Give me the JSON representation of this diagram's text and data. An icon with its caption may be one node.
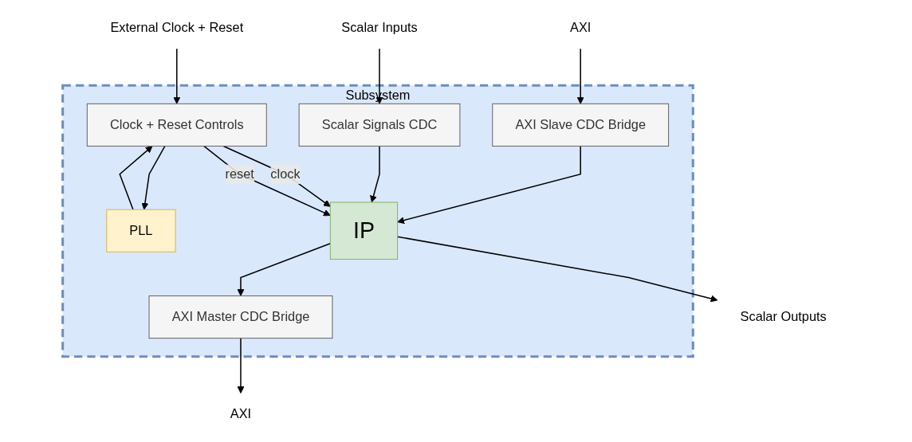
{
  "diagram": {
    "nodes": [
      {
        "text": [
          "Subsystem"
        ]
      },
      {
        "text": [
          "AXI"
        ]
      },
      {
        "text": [
          "AXI"
        ]
      },
      {
        "text": [
          "Scalar Inputs"
        ]
      },
      {
        "text": [
          "Scalar Outputs"
        ]
      },
      {
        "text": [
          "External Clock + Reset"
        ]
      },
      {
        "text": [
          "AXI Slave CDC Bridge"
        ],
        "in": 0
      },
      {
        "text": [
          "AXI Master CDC Bridge"
        ],
        "in": 0
      },
      {
        "text": [
          "Scalar Signals CDC"
        ],
        "in": 0
      },
      {
        "text": [
          "Clock + Reset Controls"
        ],
        "in": 0
      },
      {
        "text": [
          "PLL"
        ],
        "in": 0
      },
      {
        "text": [
          "IP"
        ],
        "in": 0
      }
    ],
    "edges": [
      {
        "from": 1,
        "to": 6,
        "arrow": "to"
      },
      {
        "from": 7,
        "to": 2,
        "arrow": "to"
      },
      {
        "from": 3,
        "to": 8,
        "arrow": "to"
      },
      {
        "from": 11,
        "to": 4,
        "arrow": "to"
      },
      {
        "from": 5,
        "to": 9,
        "arrow": "to"
      },
      {
        "from": 10,
        "to": 9,
        "arrow": "to"
      },
      {
        "from": 9,
        "to": 10,
        "arrow": "to"
      },
      {
        "from": 6,
        "to": 11,
        "arrow": "to"
      },
      {
        "from": 11,
        "to": 7,
        "arrow": "to"
      },
      {
        "from": 8,
        "to": 11,
        "arrow": "to"
      },
      {
        "from": 9,
        "to": 11,
        "arrow": "to",
        "label": "clock"
      },
      {
        "from": 9,
        "to": 11,
        "arrow": "to",
        "label": "reset"
      }
    ]
  }
}
